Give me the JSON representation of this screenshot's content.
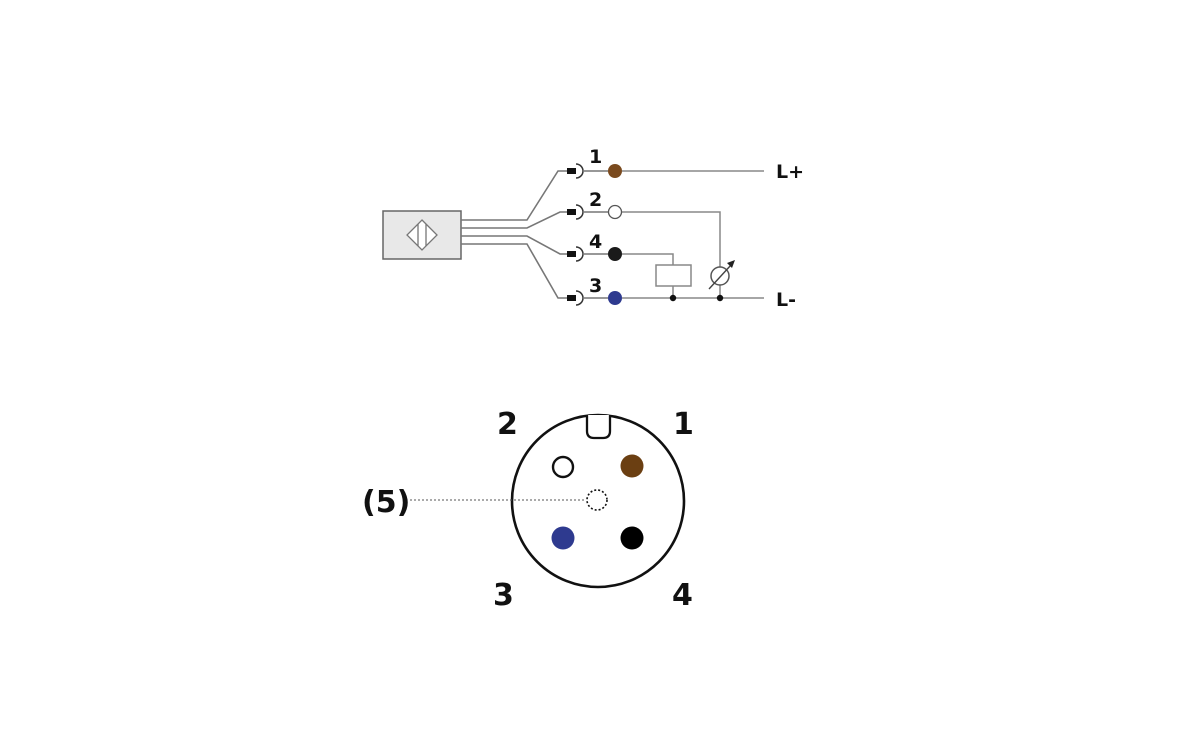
{
  "wiring": {
    "pins": [
      {
        "number": "1",
        "color": "#7a4a1e",
        "filled": true
      },
      {
        "number": "2",
        "color": "#ffffff",
        "filled": false
      },
      {
        "number": "4",
        "color": "#1a1a1a",
        "filled": true
      },
      {
        "number": "3",
        "color": "#2e3a8f",
        "filled": true
      }
    ],
    "supply_positive": "L+",
    "supply_negative": "L-"
  },
  "connector": {
    "pin_labels": {
      "p1": "1",
      "p2": "2",
      "p3": "3",
      "p4": "4",
      "p5": "(5)"
    },
    "colors": {
      "p1": "#6b3f12",
      "p2": "#ffffff",
      "p3": "#2e3a8f",
      "p4": "#000000"
    }
  }
}
